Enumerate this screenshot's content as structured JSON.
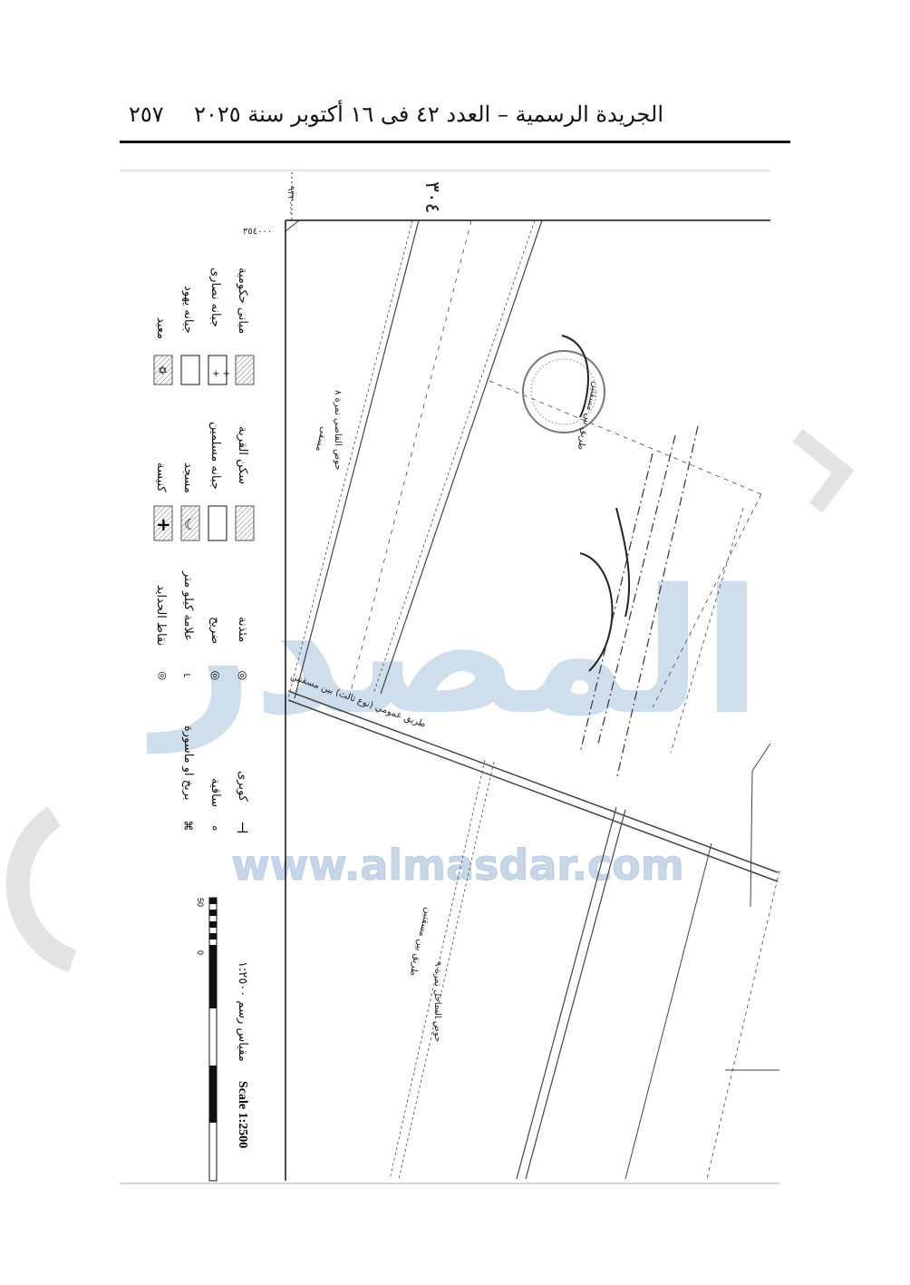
{
  "header": {
    "title": "الجريدة الرسمية – العدد ٤٢ فى ١٦ أكتوبر سنة ٢٠٢٥",
    "page_number": "٢٥٧"
  },
  "map": {
    "coord_top": "٩٣٢٠٠٠",
    "coord_left": "٣٥٤٠٠٠",
    "handwritten_number": "٣٠٤",
    "basin_8": "حوض القاضي نمرة ٨",
    "basin_9": "حوض الساحل نمرة ٩",
    "road_public": "طريق عمومي (نوع ثالث) بين مسقتين",
    "road_between_1": "طريق بين مسقتين",
    "road_between_2": "طريق بين مسقتين",
    "canal_label": "مسقى"
  },
  "legend": {
    "group1": [
      "مبانى حكومية",
      "جبانه نصارى",
      "جبانه يهود",
      "معبد"
    ],
    "group2": [
      "سكن القرية",
      "جبانه مسلمين",
      "مسجد",
      "كنيسة"
    ],
    "group3": [
      "مئذنة",
      "ضريح",
      "علامة كيلو متر",
      "نقاط الحدايد"
    ],
    "group4": [
      "كوبرى",
      "ساقية",
      "بربخ او ماسورة"
    ]
  },
  "scale": {
    "arabic_label": "مقياس رسم ١:٢٥٠٠",
    "english_label": "Scale 1:2500",
    "tick_50": "50",
    "tick_0": "0"
  },
  "watermark": {
    "brand": "المصدر",
    "url": "www.almasdar.com"
  }
}
